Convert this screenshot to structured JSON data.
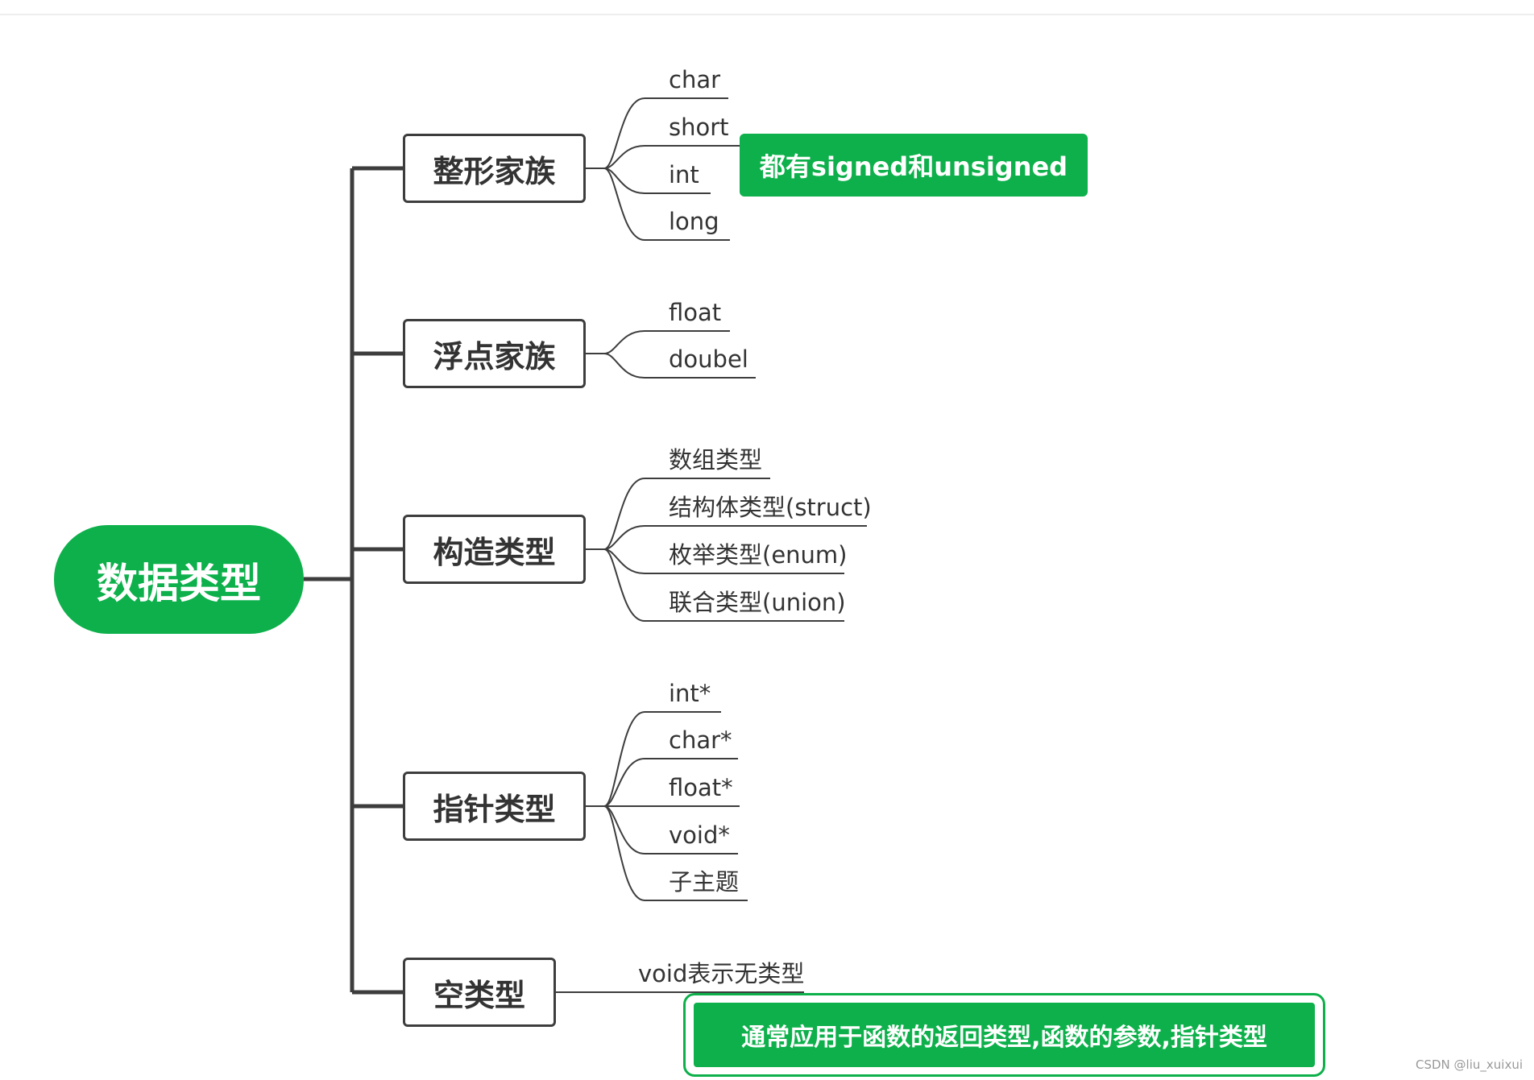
{
  "root": {
    "label": "数据类型"
  },
  "categories": [
    {
      "label": "整形家族",
      "items": [
        "char",
        "short",
        "int",
        "long"
      ]
    },
    {
      "label": "浮点家族",
      "items": [
        "float",
        "doubel"
      ]
    },
    {
      "label": "构造类型",
      "items": [
        "数组类型",
        "结构体类型(struct)",
        "枚举类型(enum)",
        "联合类型(union)"
      ]
    },
    {
      "label": "指针类型",
      "items": [
        "int*",
        "char*",
        "float*",
        "void*",
        "子主题"
      ]
    },
    {
      "label": "空类型",
      "items": [
        "void表示无类型"
      ]
    }
  ],
  "notes": {
    "integer": "都有signed和unsigned",
    "void": "通常应用于函数的返回类型,函数的参数,指针类型"
  },
  "watermark": "CSDN @liu_xuixui",
  "colors": {
    "accent": "#0db04b",
    "line": "#3d3d3d",
    "text": "#333333"
  }
}
